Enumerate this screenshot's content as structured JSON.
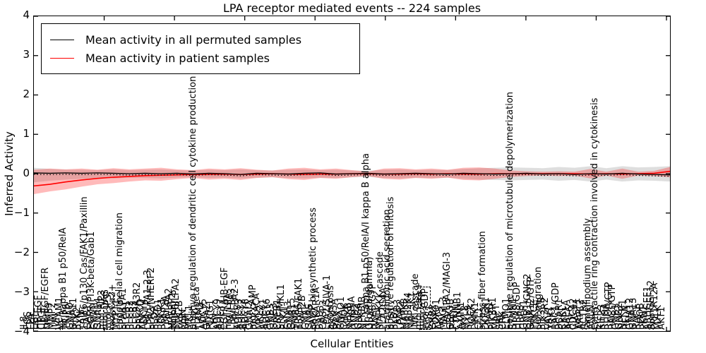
{
  "title": "LPA receptor mediated events -- 224 samples",
  "legend": {
    "entries": [
      {
        "label": "Mean activity in all permuted samples",
        "color": "#000000"
      },
      {
        "label": "Mean activity in patient samples",
        "color": "#ff0000"
      }
    ]
  },
  "axes": {
    "xlabel": "Cellular Entities",
    "ylabel": "Inferred Activity",
    "yticks": [
      "4",
      "3",
      "2",
      "1",
      "0",
      "−1",
      "−2",
      "−3",
      "−4"
    ],
    "ytick_values": [
      4,
      3,
      2,
      1,
      0,
      -1,
      -2,
      -3,
      -4
    ],
    "ylim": [
      -4,
      4
    ]
  },
  "dashed_box_labels": [
    "mol:IP3",
    "mol:GDP"
  ],
  "entities": [
    "IL8",
    "FOS",
    "LPA",
    "EGF",
    "HB-EGF",
    "CTGF",
    "HB-EGF/EGFR",
    "MMP9",
    "MMP2",
    "JUN",
    "VCAM1",
    "NF kappa B1 p50/RelA",
    "TRIP6",
    "GNAQ",
    "GNA11",
    "PTK2",
    "PXN",
    "TRIP6/p130 Cas/FAK1/Paxillin",
    "GAB1",
    "EGFR/PI3K-beta/Gab1",
    "GNAI1",
    "GNA14",
    "mol:PIP3",
    "mol:DAG",
    "mol:IP3",
    "mol:Ca2+",
    "MYPT1",
    "endothelial cell migration",
    "LPA/LPA1",
    "PLCB1",
    "PLCB2",
    "PLCB3",
    "SLC9A3R2",
    "PRKCD",
    "ADCY4",
    "LPA/LPA1-2-3",
    "LPA2/NHERF2",
    "PLD2",
    "PRKD1",
    "ROCK1",
    "PPAP2A",
    "LPA/LPA2",
    "NHERF2",
    "TRIP6/LPA2",
    "PTK2B",
    "MSN",
    "SRF",
    "MKL1",
    "positive regulation of dendritic cell cytokine production",
    "PI3K-beta",
    "TIAM1",
    "ADCY5",
    "GNAZ",
    "PLCG1",
    "LYN",
    "ADCY9",
    "ADCY7",
    "EGFR/HB-EGF",
    "mol:LPA",
    "LPA/LPA3",
    "LPA/LPA2-3",
    "ADCY3",
    "ADCY2",
    "ADCY8",
    "GNAI2",
    "mol:cAMP",
    "PRKACA",
    "MKL2",
    "ADCY1",
    "ADCY6",
    "GNB3",
    "GNG3",
    "CREB1",
    "SRF/MKL1",
    "ELK1",
    "GNAI3",
    "GNA15",
    "SIVA1",
    "TRIP6/FAK1",
    "PPAP2B",
    "GNAL",
    "GNAS",
    "cAMP biosynthetic process",
    "PRKAR1A",
    "BAD",
    "CASP3",
    "LPA2/SIVA-1",
    "apoptosis",
    "GSK3A",
    "BAX",
    "GNAO1",
    "CHUK",
    "IKBKB",
    "NFKBIA",
    "GNB2",
    "GNG4",
    "NFKBIB",
    "NF kappa B1 p50/RelA/I kappa B alpha",
    "G(beta/gamma)",
    "HRAS/GTP",
    "RAF1",
    "MAPKKK cascade",
    "PLA2G4A",
    "arachidonic acid secretion",
    "positive regulation of mitosis",
    "PLD1",
    "PARD3",
    "LPAR2",
    "MAPK8",
    "MAP2K4",
    "MAP3K1",
    "JNK cascade",
    "mol:Ca++",
    "mol:GTP",
    "mol:GDP",
    "SOS1",
    "GRB2",
    "FOXO1",
    "AKT3",
    "MAGI-3",
    "LPA/LPA2/MAGI-3",
    "GSK3B",
    "PTEN",
    "CTNNB1",
    "AXIN1",
    "MYL2",
    "MYL9",
    "ROCK2",
    "LIMK1",
    "CFL1",
    "stress fiber formation",
    "DOCK1",
    "LPAR1",
    "PIK3R1",
    "MAPT",
    "SRC",
    "CRK",
    "ELMO1",
    "positive regulation of microtubule depolymerization",
    "STMN1",
    "HRAS/GDP",
    "HRAS",
    "GRLF1",
    "GNB1/GNG2",
    "GNA12/GTP",
    "PRKCE",
    "cell migration",
    "PIK3CB",
    "PIK3R2",
    "VAV1",
    "TRIO",
    "RAC1/GDP",
    "BCAR1",
    "CRKL",
    "RAP1A",
    "ARF6",
    "CDC42",
    "WASF1",
    "ARPC2",
    "ACTR2",
    "lamellipodium assembly",
    "ANLN",
    "contractile ring contraction involved in cytokinesis",
    "ECT2",
    "KIF23",
    "RHOA",
    "RHOA/GTP",
    "RAC1/GTP",
    "GNB1",
    "GNG2",
    "NFKB1",
    "RELA",
    "GNA12",
    "GNA13",
    "RAC1",
    "RHOB",
    "PKN1",
    "ARHGEF1",
    "ARHGEF12",
    "PPP1R12A",
    "MYLK",
    "AKT1"
  ],
  "chart_data": {
    "type": "line",
    "title": "LPA receptor mediated events -- 224 samples",
    "xlabel": "Cellular Entities",
    "ylabel": "Inferred Activity",
    "ylim": [
      -4,
      4
    ],
    "legend_position": "upper left",
    "grid": false,
    "x_fractions": [
      0,
      0.025,
      0.05,
      0.075,
      0.1,
      0.125,
      0.15,
      0.175,
      0.2,
      0.225,
      0.25,
      0.275,
      0.3,
      0.325,
      0.35,
      0.375,
      0.4,
      0.425,
      0.45,
      0.475,
      0.5,
      0.525,
      0.55,
      0.575,
      0.6,
      0.625,
      0.65,
      0.675,
      0.7,
      0.725,
      0.75,
      0.775,
      0.8,
      0.825,
      0.85,
      0.875,
      0.9,
      0.925,
      0.95,
      0.975,
      1.0
    ],
    "series": [
      {
        "name": "Mean activity in all permuted samples",
        "color": "#000000",
        "band_color": "rgba(0,0,0,0.13)",
        "values": [
          0.02,
          0.01,
          0.02,
          0.01,
          0.02,
          0.01,
          0.0,
          0.01,
          0.0,
          0.01,
          -0.01,
          0.01,
          0.0,
          -0.02,
          0.01,
          0.0,
          -0.01,
          0.01,
          0.02,
          -0.01,
          0.0,
          0.01,
          -0.01,
          0.0,
          0.01,
          0.0,
          -0.01,
          0.01,
          0.0,
          -0.01,
          0.0,
          0.01,
          -0.01,
          0.0,
          -0.02,
          0.0,
          -0.01,
          0.01,
          -0.01,
          -0.02,
          -0.03
        ],
        "band_upper": [
          0.15,
          0.12,
          0.1,
          0.1,
          0.09,
          0.11,
          0.09,
          0.1,
          0.11,
          0.09,
          0.08,
          0.1,
          0.09,
          0.11,
          0.09,
          0.08,
          0.1,
          0.11,
          0.09,
          0.1,
          0.08,
          0.07,
          0.1,
          0.11,
          0.09,
          0.1,
          0.09,
          0.12,
          0.14,
          0.15,
          0.16,
          0.15,
          0.14,
          0.17,
          0.15,
          0.19,
          0.14,
          0.19,
          0.16,
          0.17,
          0.19
        ],
        "band_lower": [
          -0.22,
          -0.18,
          -0.15,
          -0.13,
          -0.11,
          -0.12,
          -0.1,
          -0.11,
          -0.12,
          -0.1,
          -0.09,
          -0.11,
          -0.1,
          -0.12,
          -0.1,
          -0.09,
          -0.11,
          -0.12,
          -0.1,
          -0.11,
          -0.09,
          -0.08,
          -0.11,
          -0.12,
          -0.1,
          -0.11,
          -0.1,
          -0.13,
          -0.15,
          -0.16,
          -0.17,
          -0.16,
          -0.15,
          -0.18,
          -0.16,
          -0.2,
          -0.15,
          -0.2,
          -0.17,
          -0.18,
          -0.2
        ]
      },
      {
        "name": "Mean activity in patient samples",
        "color": "#ff0000",
        "band_color": "rgba(255,0,0,0.27)",
        "values": [
          -0.31,
          -0.27,
          -0.21,
          -0.16,
          -0.12,
          -0.09,
          -0.07,
          -0.05,
          -0.04,
          -0.03,
          -0.02,
          -0.02,
          -0.01,
          -0.02,
          -0.01,
          0.0,
          -0.01,
          -0.02,
          -0.01,
          -0.01,
          0.0,
          0.0,
          -0.01,
          -0.01,
          0.0,
          -0.01,
          0.0,
          -0.01,
          -0.01,
          0.0,
          0.0,
          0.0,
          0.0,
          0.0,
          0.0,
          -0.01,
          0.0,
          -0.01,
          0.0,
          0.01,
          0.06
        ],
        "band_upper": [
          0.1,
          0.13,
          0.11,
          0.13,
          0.1,
          0.14,
          0.11,
          0.13,
          0.15,
          0.11,
          0.09,
          0.13,
          0.11,
          0.14,
          0.1,
          0.08,
          0.13,
          0.15,
          0.11,
          0.13,
          0.09,
          0.05,
          0.13,
          0.14,
          0.11,
          0.13,
          0.1,
          0.15,
          0.16,
          0.13,
          0.08,
          0.06,
          0.05,
          0.06,
          0.05,
          0.12,
          0.05,
          0.13,
          0.05,
          0.07,
          0.17
        ],
        "band_lower": [
          -0.52,
          -0.45,
          -0.4,
          -0.33,
          -0.27,
          -0.24,
          -0.2,
          -0.17,
          -0.18,
          -0.14,
          -0.11,
          -0.15,
          -0.13,
          -0.16,
          -0.11,
          -0.09,
          -0.14,
          -0.16,
          -0.11,
          -0.13,
          -0.09,
          -0.06,
          -0.13,
          -0.15,
          -0.11,
          -0.13,
          -0.1,
          -0.16,
          -0.17,
          -0.13,
          -0.08,
          -0.06,
          -0.05,
          -0.06,
          -0.05,
          -0.12,
          -0.05,
          -0.13,
          -0.05,
          -0.06,
          -0.09
        ]
      }
    ],
    "x_major_tick_every_n_entities": 20,
    "n_entities": 182
  }
}
